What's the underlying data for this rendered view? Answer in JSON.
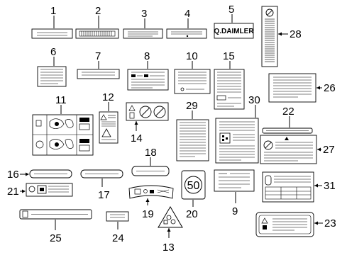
{
  "diagram": {
    "callouts": [
      "1",
      "2",
      "3",
      "4",
      "5",
      "6",
      "7",
      "8",
      "9",
      "10",
      "11",
      "12",
      "13",
      "14",
      "15",
      "16",
      "17",
      "18",
      "19",
      "20",
      "21",
      "22",
      "23",
      "24",
      "25",
      "26",
      "27",
      "28",
      "29",
      "30",
      "31"
    ],
    "brand_label": "Q.DAIMLER",
    "speed_value": "50"
  }
}
